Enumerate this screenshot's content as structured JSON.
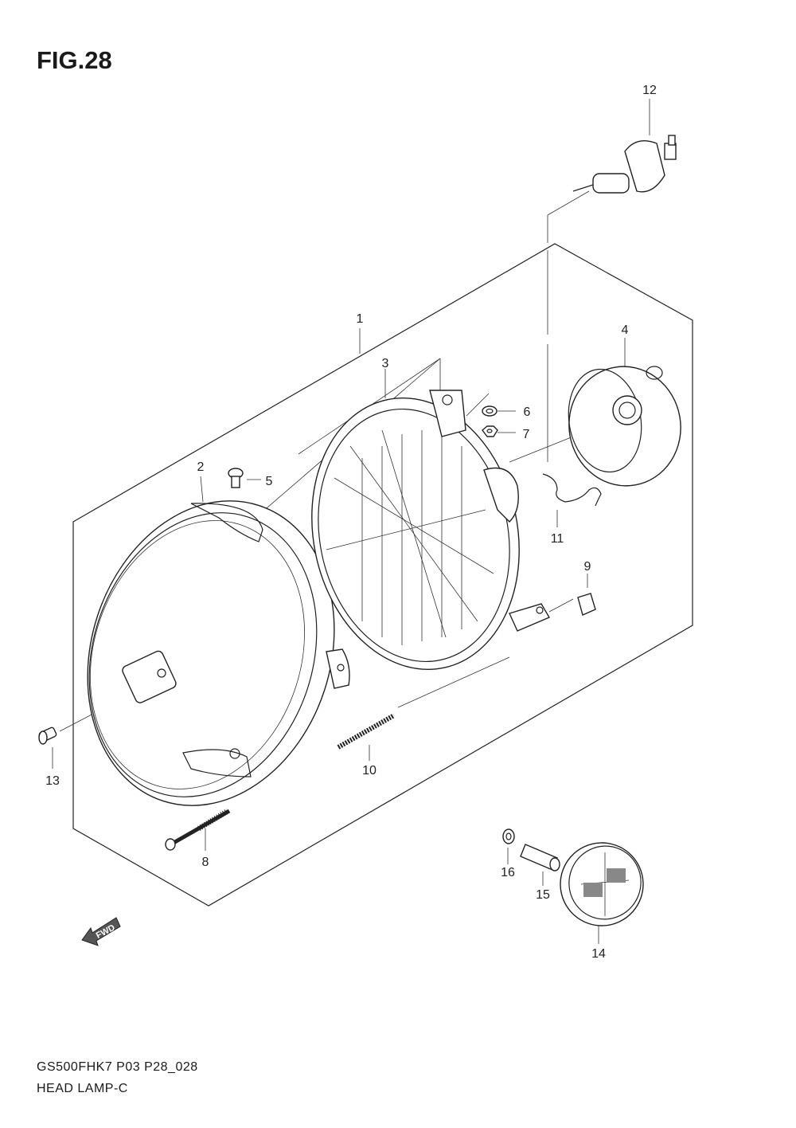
{
  "figure": {
    "title": "FIG.28",
    "model_code": "GS500FHK7 P03 P28_028",
    "section_name": "HEAD LAMP-C",
    "fwd_label": "FWD"
  },
  "callouts": [
    {
      "id": "1",
      "label": "1"
    },
    {
      "id": "2",
      "label": "2"
    },
    {
      "id": "3",
      "label": "3"
    },
    {
      "id": "4",
      "label": "4"
    },
    {
      "id": "5",
      "label": "5"
    },
    {
      "id": "6",
      "label": "6"
    },
    {
      "id": "7",
      "label": "7"
    },
    {
      "id": "8",
      "label": "8"
    },
    {
      "id": "9",
      "label": "9"
    },
    {
      "id": "10",
      "label": "10"
    },
    {
      "id": "11",
      "label": "11"
    },
    {
      "id": "12",
      "label": "12"
    },
    {
      "id": "13",
      "label": "13"
    },
    {
      "id": "14",
      "label": "14"
    },
    {
      "id": "15",
      "label": "15"
    },
    {
      "id": "16",
      "label": "16"
    }
  ]
}
